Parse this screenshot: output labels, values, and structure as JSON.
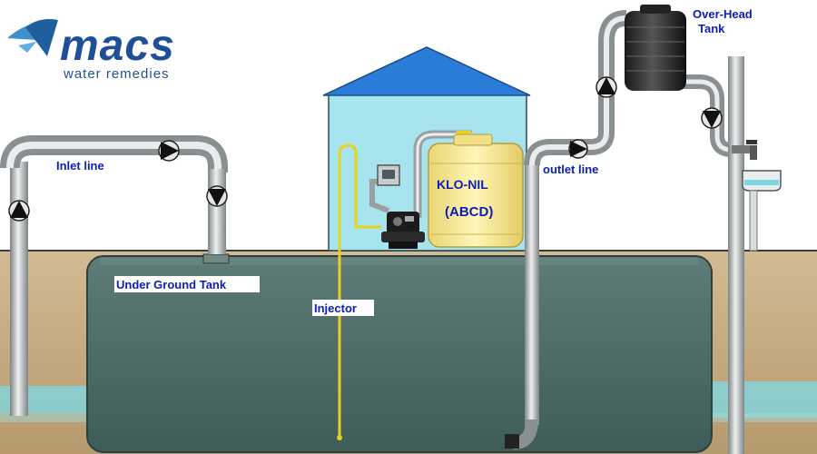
{
  "logo": {
    "name": "macs",
    "tagline": "water remedies"
  },
  "labels": {
    "inlet_line": "Inlet line",
    "outlet_line": "outlet line",
    "under_ground_tank": "Under Ground Tank",
    "injector": "Injector",
    "overhead_tank_line1": "Over-Head",
    "overhead_tank_line2": "Tank"
  },
  "chemical_tank": {
    "name": "KLO-NIL",
    "code": "(ABCD)"
  },
  "colors": {
    "ground": "#c9ae86",
    "water": "#7fd6de",
    "tank": "#4f6f6a",
    "roof": "#2b7cd6",
    "house": "#a8e4ee",
    "chemical_tank": "#fbeea0",
    "injector": "#e8d21a",
    "label": "#0b1fb8"
  }
}
